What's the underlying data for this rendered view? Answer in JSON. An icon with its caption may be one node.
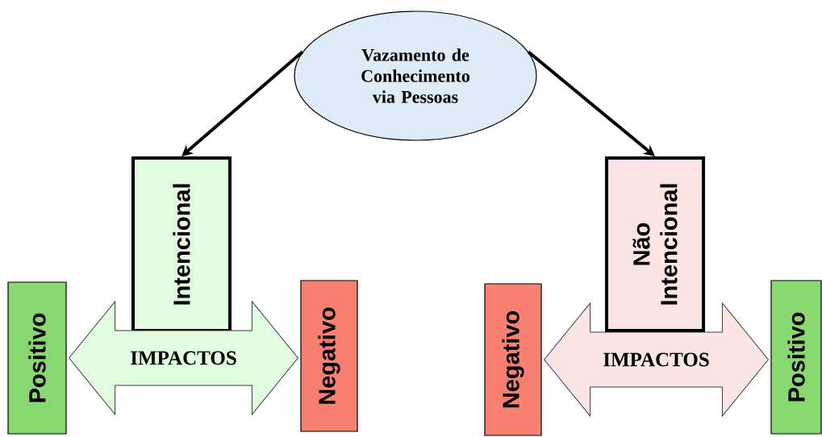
{
  "diagram": {
    "nodes": [
      {
        "text": [
          "Vazamento de Conhecimento via Pessoas"
        ]
      },
      {
        "text": [
          "Intencional"
        ]
      },
      {
        "text": [
          "Não Intencional"
        ]
      },
      {
        "text": [
          "Positivo"
        ]
      },
      {
        "text": [
          "Negativo"
        ]
      },
      {
        "text": [
          "Negativo"
        ]
      },
      {
        "text": [
          "Positivo"
        ]
      }
    ],
    "edges": [
      {
        "from": 0,
        "to": 1,
        "arrow": "to"
      },
      {
        "from": 0,
        "to": 2,
        "arrow": "to"
      },
      {
        "from": 3,
        "to": 4,
        "arrow": "both",
        "label": "IMPACTOS"
      },
      {
        "from": 5,
        "to": 6,
        "arrow": "both",
        "label": "IMPACTOS"
      }
    ]
  }
}
